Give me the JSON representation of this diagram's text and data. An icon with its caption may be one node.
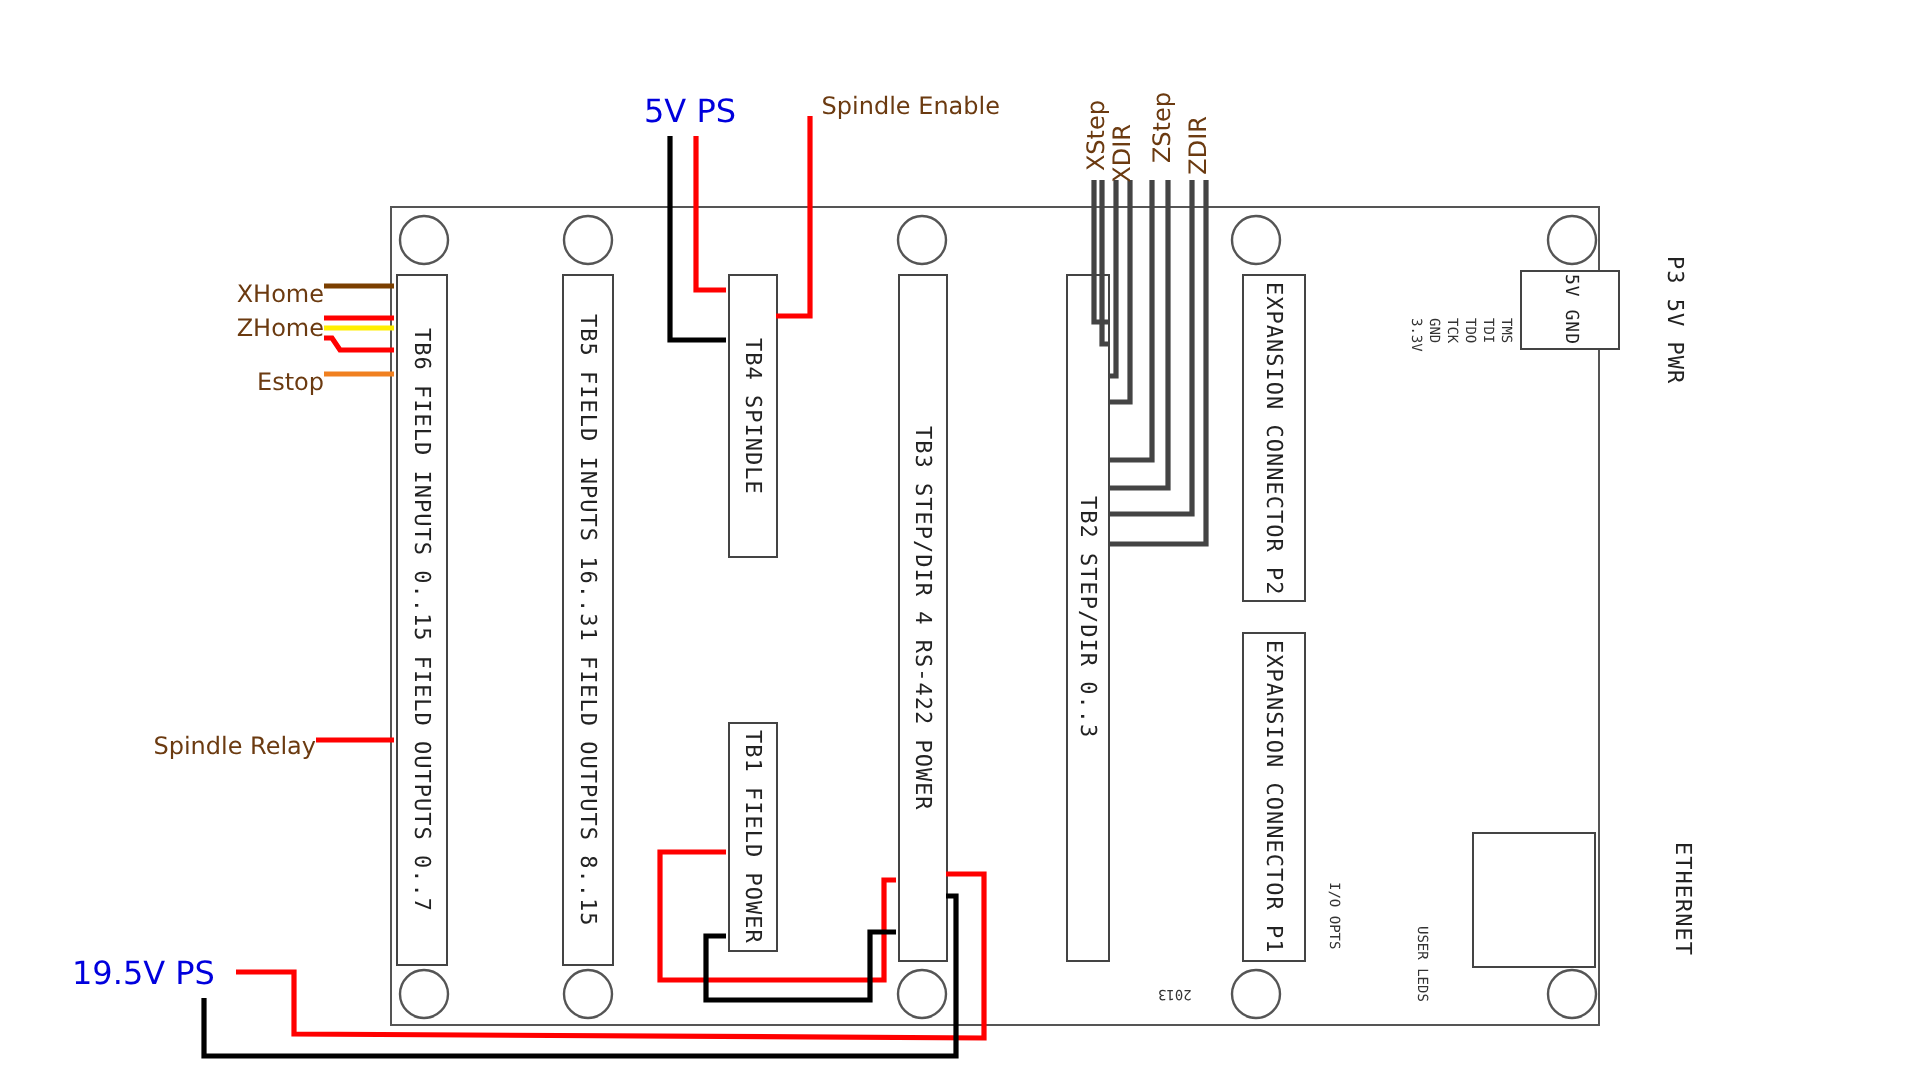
{
  "diagram": {
    "nodes": [
      {
        "text": [],
        "shape": "box"
      },
      {
        "text": [
          "TB6 FIELD INPUTS 0..15 FIELD OUTPUTS 0..7"
        ],
        "in": 0
      },
      {
        "text": [
          "TB5 FIELD INPUTS 16..31 FIELD OUTPUTS 8..15"
        ],
        "in": 0
      },
      {
        "text": [
          "TB4 SPINDLE"
        ],
        "in": 0
      },
      {
        "text": [
          "TB1 FIELD POWER"
        ],
        "in": 0
      },
      {
        "text": [
          "TB3 STEP/DIR 4 RS-422 POWER"
        ],
        "in": 0
      },
      {
        "text": [
          "TB2 STEP/DIR 0..3"
        ],
        "in": 0
      },
      {
        "text": [
          "EXPANSION CONNECTOR P2"
        ],
        "in": 0
      },
      {
        "text": [
          "EXPANSION CONNECTOR P1"
        ],
        "in": 0
      },
      {
        "text": [
          "P3 5V PWR",
          "5V GND"
        ]
      },
      {
        "text": [
          "ETHERNET"
        ],
        "in": 0
      },
      {
        "text": [
          "XHome"
        ]
      },
      {
        "text": [
          "ZHome"
        ]
      },
      {
        "text": [
          "Estop"
        ]
      },
      {
        "text": [
          "Spindle Relay"
        ]
      },
      {
        "text": [
          "5V PS"
        ]
      },
      {
        "text": [
          "Spindle Enable"
        ]
      },
      {
        "text": [
          "XStep"
        ]
      },
      {
        "text": [
          "XDIR"
        ]
      },
      {
        "text": [
          "ZStep"
        ]
      },
      {
        "text": [
          "ZDIR"
        ]
      },
      {
        "text": [
          "19.5V PS"
        ]
      }
    ],
    "edges": [
      {
        "from": 11,
        "to": 1,
        "arrow": "none",
        "color": "#7b3f00"
      },
      {
        "from": 12,
        "to": 1,
        "arrow": "none",
        "color": "#ff0000"
      },
      {
        "from": 12,
        "to": 1,
        "arrow": "none",
        "color": "#ffee00"
      },
      {
        "from": 12,
        "to": 1,
        "arrow": "none",
        "color": "#ff0000"
      },
      {
        "from": 13,
        "to": 1,
        "arrow": "none",
        "color": "#f08020"
      },
      {
        "from": 14,
        "to": 1,
        "arrow": "none",
        "color": "#ff0000"
      },
      {
        "from": 15,
        "to": 3,
        "arrow": "none",
        "color": "#000000"
      },
      {
        "from": 15,
        "to": 3,
        "arrow": "none",
        "color": "#ff0000"
      },
      {
        "from": 16,
        "to": 3,
        "arrow": "none",
        "color": "#ff0000"
      },
      {
        "from": 17,
        "to": 6,
        "arrow": "none"
      },
      {
        "from": 17,
        "to": 6,
        "arrow": "none"
      },
      {
        "from": 18,
        "to": 6,
        "arrow": "none"
      },
      {
        "from": 18,
        "to": 6,
        "arrow": "none"
      },
      {
        "from": 19,
        "to": 6,
        "arrow": "none"
      },
      {
        "from": 19,
        "to": 6,
        "arrow": "none"
      },
      {
        "from": 20,
        "to": 6,
        "arrow": "none"
      },
      {
        "from": 20,
        "to": 6,
        "arrow": "none"
      },
      {
        "from": 21,
        "to": 5,
        "arrow": "none",
        "color": "#ff0000"
      },
      {
        "from": 21,
        "to": 5,
        "arrow": "none",
        "color": "#000000"
      },
      {
        "from": 4,
        "to": 5,
        "arrow": "none",
        "color": "#ff0000"
      },
      {
        "from": 4,
        "to": 5,
        "arrow": "none",
        "color": "#000000"
      }
    ],
    "labels": [
      "3.3V",
      "GND",
      "TCK",
      "TDO",
      "TDI",
      "TMS",
      "I/O OPTS",
      "USER LEDS",
      "2013"
    ]
  }
}
